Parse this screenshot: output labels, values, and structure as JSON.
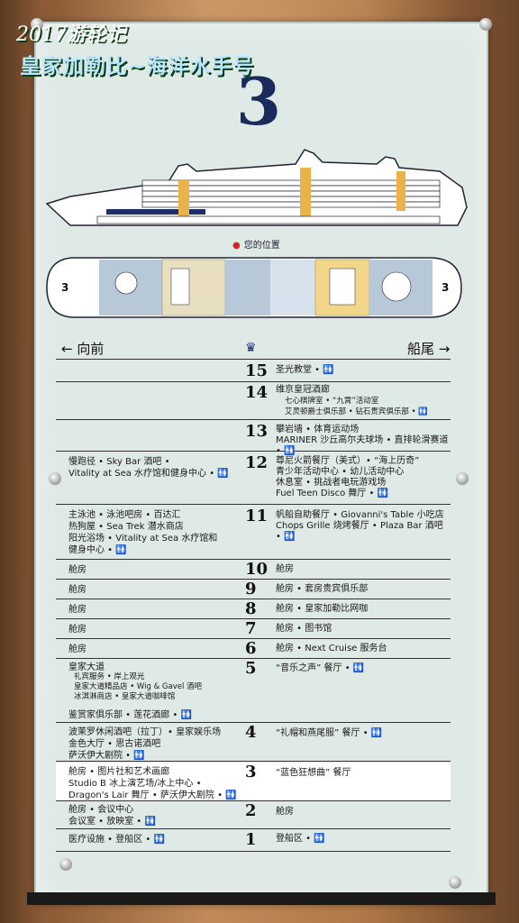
{
  "watermark": {
    "line1": "2017游轮记",
    "line2": "皇家加勒比~海洋水手号"
  },
  "deck_number": "3",
  "you_are_here": "您的位置",
  "map_end_left": "3",
  "map_end_right": "3",
  "nav": {
    "forward": "向前",
    "aft": "船尾",
    "fwd_arrow": "←",
    "aft_arrow": "→"
  },
  "rows": [
    {
      "deck": "15",
      "left": [],
      "right": [
        "圣光教堂 • 🚻"
      ]
    },
    {
      "deck": "14",
      "left": [],
      "right": [
        "维京皇冠酒廊",
        "七心棋牌室 • “九霄”活动室",
        "艾灵顿爵士俱乐部 • 钻石贵宾俱乐部 • 🚻"
      ]
    },
    {
      "deck": "13",
      "left": [],
      "right": [
        "攀岩墙 • 体育运动场",
        "MARINER 沙丘高尔夫球场 • 直排轮滑赛道 • 🚻"
      ]
    },
    {
      "deck": "12",
      "left": [
        "慢跑径 • Sky Bar 酒吧 •",
        "Vitality at Sea 水疗馆和健身中心 • 🚻"
      ],
      "right": [
        "尊尼火箭餐厅（美式）• “海上历奇”",
        "青少年活动中心 • 幼儿活动中心",
        "休息室 • 挑战者电玩游戏场",
        "Fuel Teen Disco 舞厅 • 🚻"
      ]
    },
    {
      "deck": "11",
      "left": [
        "主泳池 • 泳池吧房 • 百达汇",
        "热狗屋 • Sea Trek 潜水商店",
        "阳光浴场 • Vitality at Sea 水疗馆和",
        "健身中心 • 🚻"
      ],
      "right": [
        "帆船自助餐厅 • Giovanni's Table 小吃店",
        "Chops Grille 烧烤餐厅 • Plaza Bar 酒吧 • 🚻"
      ]
    },
    {
      "deck": "10",
      "left": [
        "舱房"
      ],
      "right": [
        "舱房"
      ]
    },
    {
      "deck": "9",
      "left": [
        "舱房"
      ],
      "right": [
        "舱房 • 套房贵宾俱乐部"
      ]
    },
    {
      "deck": "8",
      "left": [
        "舱房"
      ],
      "right": [
        "舱房 • 皇家加勒比网咖"
      ]
    },
    {
      "deck": "7",
      "left": [
        "舱房"
      ],
      "right": [
        "舱房 • 图书馆"
      ]
    },
    {
      "deck": "6",
      "left": [
        "舱房"
      ],
      "right": [
        "舱房 • Next Cruise 服务台"
      ]
    },
    {
      "deck": "5",
      "left": [
        "皇家大道",
        "礼宾服务 • 岸上观光",
        "皇家大道精品店 • Wig & Gavel 酒吧",
        "冰淇淋商店 • 皇家大道咖啡馆",
        "",
        "鉴赏家俱乐部 • 莲花酒廊 • 🚻"
      ],
      "right": [
        "“音乐之声” 餐厅 • 🚻"
      ]
    },
    {
      "deck": "4",
      "left": [
        "波茉罗休闲酒吧（拉丁）• 皇家娱乐场",
        "金色大厅 • 思古诺酒吧",
        "萨沃伊大剧院 • 🚻"
      ],
      "right": [
        "“礼帽和燕尾服” 餐厅 • 🚻"
      ]
    },
    {
      "deck": "3",
      "left": [
        "舱房 • 图片社和艺术画廊",
        "Studio B 冰上演艺场/冰上中心 •",
        "Dragon's Lair 舞厅 • 萨沃伊大剧院 • 🚻"
      ],
      "right": [
        "“蓝色狂想曲” 餐厅"
      ]
    },
    {
      "deck": "2",
      "left": [
        "舱房 • 会议中心",
        "会议室 • 放映室 • 🚻"
      ],
      "right": [
        "舱房"
      ]
    },
    {
      "deck": "1",
      "left": [
        "医疗设施 • 登船区 • 🚻"
      ],
      "right": [
        "登船区 • 🚻"
      ]
    }
  ],
  "icons": [
    "royal-caribbean-crown-icon",
    "restroom-icon",
    "location-dot-icon"
  ],
  "colors": {
    "board": "#dfe9e6",
    "deck_number": "#1a2a5a",
    "you_are_here_dot": "#dd2222"
  }
}
